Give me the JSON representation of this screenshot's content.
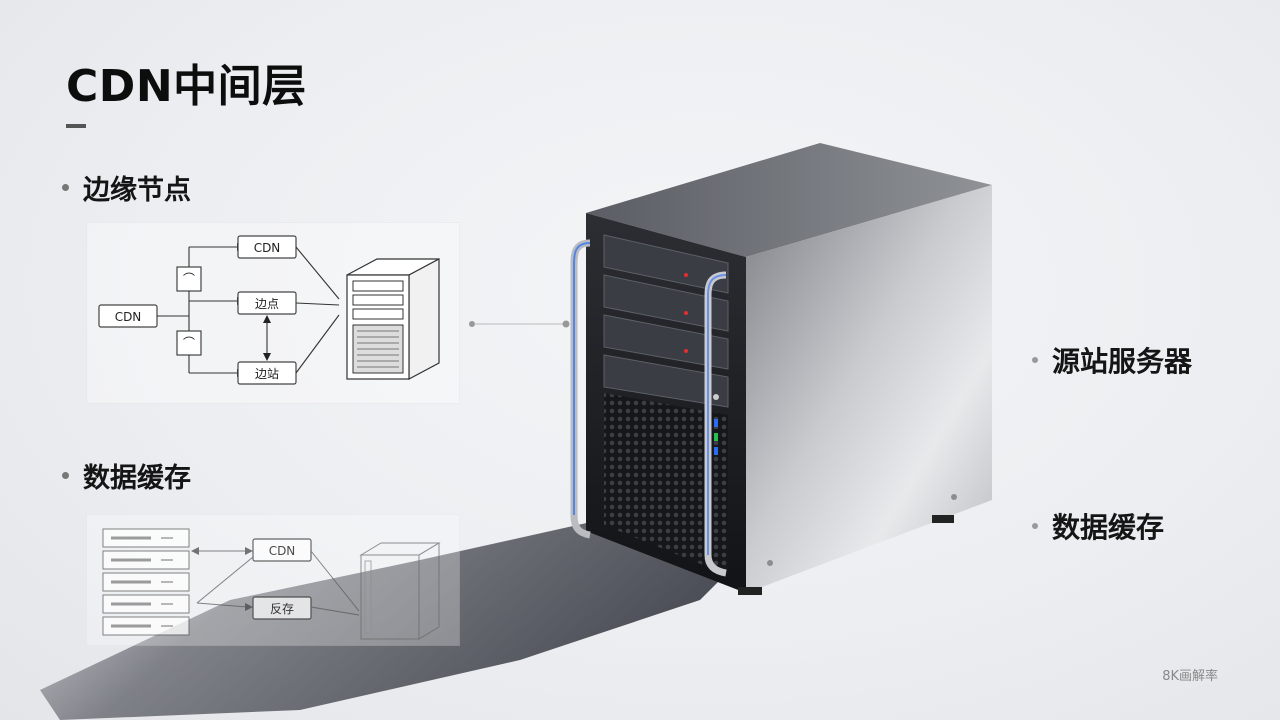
{
  "title": "CDN中间层",
  "sections": {
    "edge": {
      "heading": "边缘节点"
    },
    "cache": {
      "heading": "数据缓存"
    }
  },
  "diagram_edge": {
    "cdn_left": "CDN",
    "cdn_top": "CDN",
    "node_mid": "边点",
    "node_bottom": "边站"
  },
  "diagram_cache": {
    "cdn": "CDN",
    "cache": "反存"
  },
  "right_labels": {
    "origin": "源站服务器",
    "cache": "数据缓存"
  },
  "watermark": "8K画解率",
  "colors": {
    "accent_blue": "#2a6df4",
    "led_green": "#27c04a",
    "led_red": "#e23030"
  }
}
